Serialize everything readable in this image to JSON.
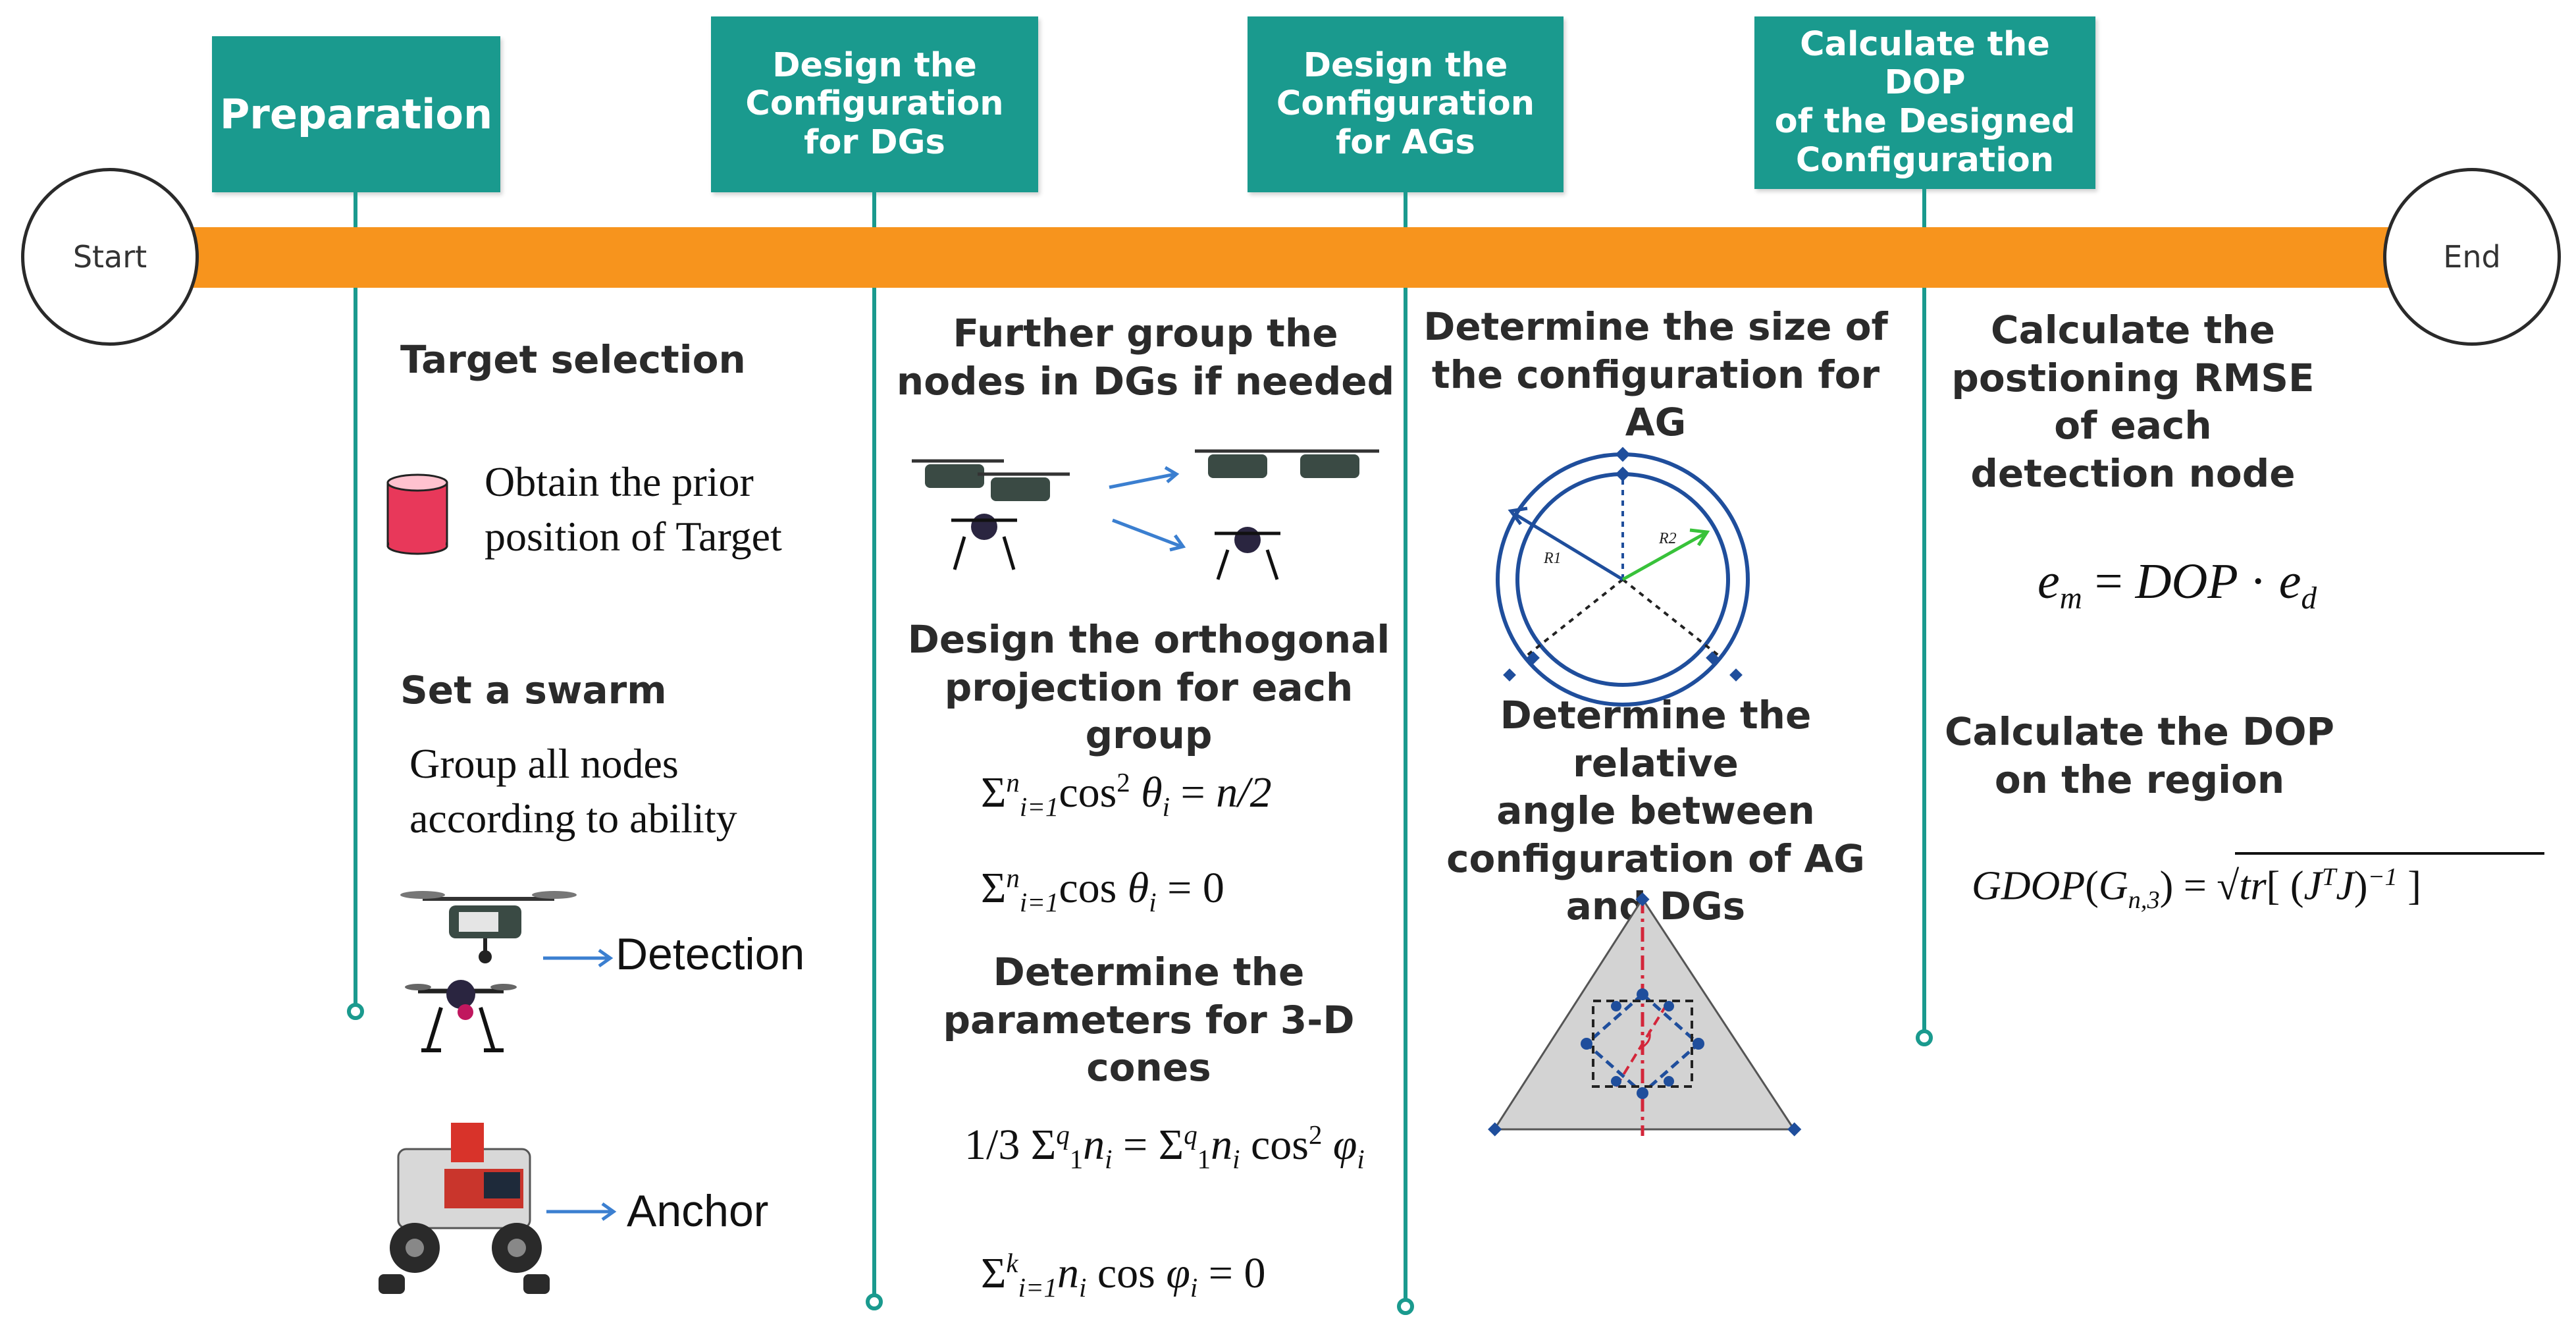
{
  "timeline": {
    "start_label": "Start",
    "end_label": "End",
    "stages": [
      {
        "title": "Preparation"
      },
      {
        "title": "Design the\nConfiguration\nfor DGs"
      },
      {
        "title": "Design the\nConfiguration\nfor AGs"
      },
      {
        "title": "Calculate the DOP\nof the Designed\nConfiguration"
      }
    ]
  },
  "preparation": {
    "target_heading": "Target selection",
    "target_text": "Obtain the prior\nposition of Target",
    "swarm_heading": "Set a swarm",
    "swarm_text": "Group all nodes\naccording to ability",
    "detection_label": "Detection",
    "anchor_label": "Anchor"
  },
  "dg": {
    "group_heading": "Further group the\nnodes in DGs if needed",
    "projection_heading": "Design the orthogonal\nprojection for each\ngroup",
    "cones_heading": "Determine the\nparameters for 3-D\ncones"
  },
  "ag": {
    "size_heading": "Determine the size of\nthe configuration for\nAG",
    "angle_heading": "Determine the relative\nangle between\nconfiguration of AG\nand DGs",
    "r1_label": "R1",
    "r2_label": "R2"
  },
  "dop": {
    "rmse_heading": "Calculate the\npostioning RMSE\nof each\ndetection node",
    "gdop_heading": "Calculate the DOP\non the region"
  },
  "colors": {
    "teal": "#1a9a8e",
    "orange": "#f7941d",
    "target_red": "#e8385a",
    "diagram_blue": "#1f4e9c",
    "arrow_blue": "#3b7fd0"
  }
}
